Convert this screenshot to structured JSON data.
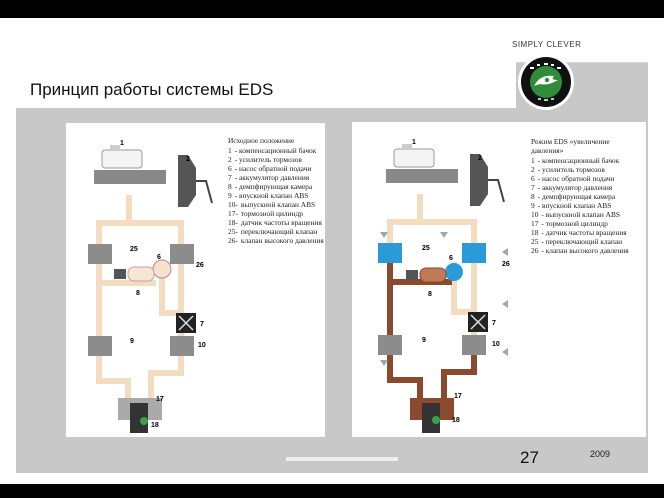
{
  "header": {
    "brand_tagline": "SIMPLY CLEVER",
    "title": "Принцип работы системы EDS",
    "logo_text": "ŠKODA AUTO"
  },
  "diagram_left": {
    "legend_title": "Исходное положение",
    "legend": [
      {
        "num": "1",
        "label": "- компенсационный бачок"
      },
      {
        "num": "2",
        "label": "- усилитель тормозов"
      },
      {
        "num": "6",
        "label": "- насос обратной подачи"
      },
      {
        "num": "7",
        "label": "- аккумулятор давления"
      },
      {
        "num": "8",
        "label": "- демпфирующая камера"
      },
      {
        "num": "9",
        "label": "- впускной клапан ABS"
      },
      {
        "num": "10-",
        "label": "выпускной клапан ABS"
      },
      {
        "num": "17-",
        "label": "тормозной цилиндр"
      },
      {
        "num": "18-",
        "label": "датчик частоты вращения"
      },
      {
        "num": "25-",
        "label": "переключающий клапан"
      },
      {
        "num": "26-",
        "label": "клапан высокого давления"
      }
    ],
    "component_numbers": {
      "n1": "1",
      "n2": "2",
      "n25": "25",
      "n26": "26",
      "n6": "6",
      "n8": "8",
      "n7": "7",
      "n9": "9",
      "n10": "10",
      "n17": "17",
      "n18": "18"
    }
  },
  "diagram_right": {
    "legend_title": "Режим EDS «увеличение давления»",
    "legend": [
      {
        "num": "1",
        "label": "- компенсационный бачок"
      },
      {
        "num": "2",
        "label": "- усилитель тормозов"
      },
      {
        "num": "6",
        "label": "- насос обратной подачи"
      },
      {
        "num": "7",
        "label": "- аккумулятор давления"
      },
      {
        "num": "8",
        "label": "- демпфирующая камера"
      },
      {
        "num": "9",
        "label": "- впускной клапан ABS"
      },
      {
        "num": "10",
        "label": "- выпускной клапан ABS"
      },
      {
        "num": "17",
        "label": "- тормозной цилиндр"
      },
      {
        "num": "18",
        "label": "- датчик частоты вращения"
      },
      {
        "num": "25",
        "label": "- переключающий клапан"
      },
      {
        "num": "26",
        "label": "- клапан высокого давления"
      }
    ],
    "component_numbers": {
      "n1": "1",
      "n2": "2",
      "n25": "25",
      "n26": "26",
      "n6": "6",
      "n8": "8",
      "n7": "7",
      "n9": "9",
      "n10": "10",
      "n17": "17",
      "n18": "18"
    }
  },
  "footer": {
    "page_number": "27",
    "year": "2009"
  },
  "colors": {
    "pipe_idle": "#f3dcc0",
    "pipe_pressure": "#8a4a2e",
    "valve_blue": "#2a9bd8",
    "valve_grey": "#8c8c8c",
    "sensor_green": "#3aa24a",
    "banner_grey": "#c8c8c8"
  }
}
